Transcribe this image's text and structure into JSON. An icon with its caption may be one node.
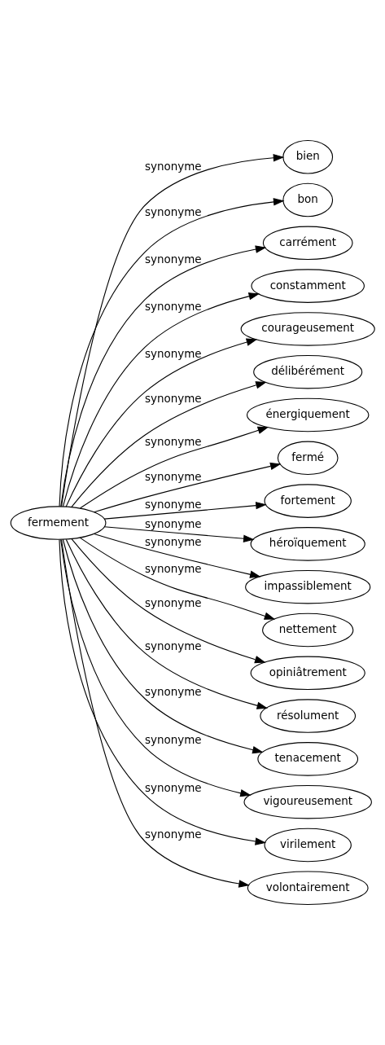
{
  "diagram": {
    "nodes": [
      {
        "text": [
          "fermement"
        ]
      },
      {
        "text": [
          "bien"
        ]
      },
      {
        "text": [
          "bon"
        ]
      },
      {
        "text": [
          "carrément"
        ]
      },
      {
        "text": [
          "constamment"
        ]
      },
      {
        "text": [
          "courageusement"
        ]
      },
      {
        "text": [
          "délibérément"
        ]
      },
      {
        "text": [
          "énergiquement"
        ]
      },
      {
        "text": [
          "fermé"
        ]
      },
      {
        "text": [
          "fortement"
        ]
      },
      {
        "text": [
          "héroïquement"
        ]
      },
      {
        "text": [
          "impassiblement"
        ]
      },
      {
        "text": [
          "nettement"
        ]
      },
      {
        "text": [
          "opiniâtrement"
        ]
      },
      {
        "text": [
          "résolument"
        ]
      },
      {
        "text": [
          "tenacement"
        ]
      },
      {
        "text": [
          "vigoureusement"
        ]
      },
      {
        "text": [
          "virilement"
        ]
      },
      {
        "text": [
          "volontairement"
        ]
      }
    ],
    "edges": [
      {
        "from": 0,
        "to": 1,
        "arrow": "to",
        "label": "synonyme"
      },
      {
        "from": 0,
        "to": 2,
        "arrow": "to",
        "label": "synonyme"
      },
      {
        "from": 0,
        "to": 3,
        "arrow": "to",
        "label": "synonyme"
      },
      {
        "from": 0,
        "to": 4,
        "arrow": "to",
        "label": "synonyme"
      },
      {
        "from": 0,
        "to": 5,
        "arrow": "to",
        "label": "synonyme"
      },
      {
        "from": 0,
        "to": 6,
        "arrow": "to",
        "label": "synonyme"
      },
      {
        "from": 0,
        "to": 7,
        "arrow": "to",
        "label": "synonyme"
      },
      {
        "from": 0,
        "to": 8,
        "arrow": "to",
        "label": "synonyme"
      },
      {
        "from": 0,
        "to": 9,
        "arrow": "to",
        "label": "synonyme"
      },
      {
        "from": 0,
        "to": 10,
        "arrow": "to",
        "label": "synonyme"
      },
      {
        "from": 0,
        "to": 11,
        "arrow": "to",
        "label": "synonyme"
      },
      {
        "from": 0,
        "to": 12,
        "arrow": "to",
        "label": "synonyme"
      },
      {
        "from": 0,
        "to": 13,
        "arrow": "to",
        "label": "synonyme"
      },
      {
        "from": 0,
        "to": 14,
        "arrow": "to",
        "label": "synonyme"
      },
      {
        "from": 0,
        "to": 15,
        "arrow": "to",
        "label": "synonyme"
      },
      {
        "from": 0,
        "to": 16,
        "arrow": "to",
        "label": "synonyme"
      },
      {
        "from": 0,
        "to": 17,
        "arrow": "to",
        "label": "synonyme"
      },
      {
        "from": 0,
        "to": 18,
        "arrow": "to",
        "label": "synonyme"
      }
    ]
  }
}
